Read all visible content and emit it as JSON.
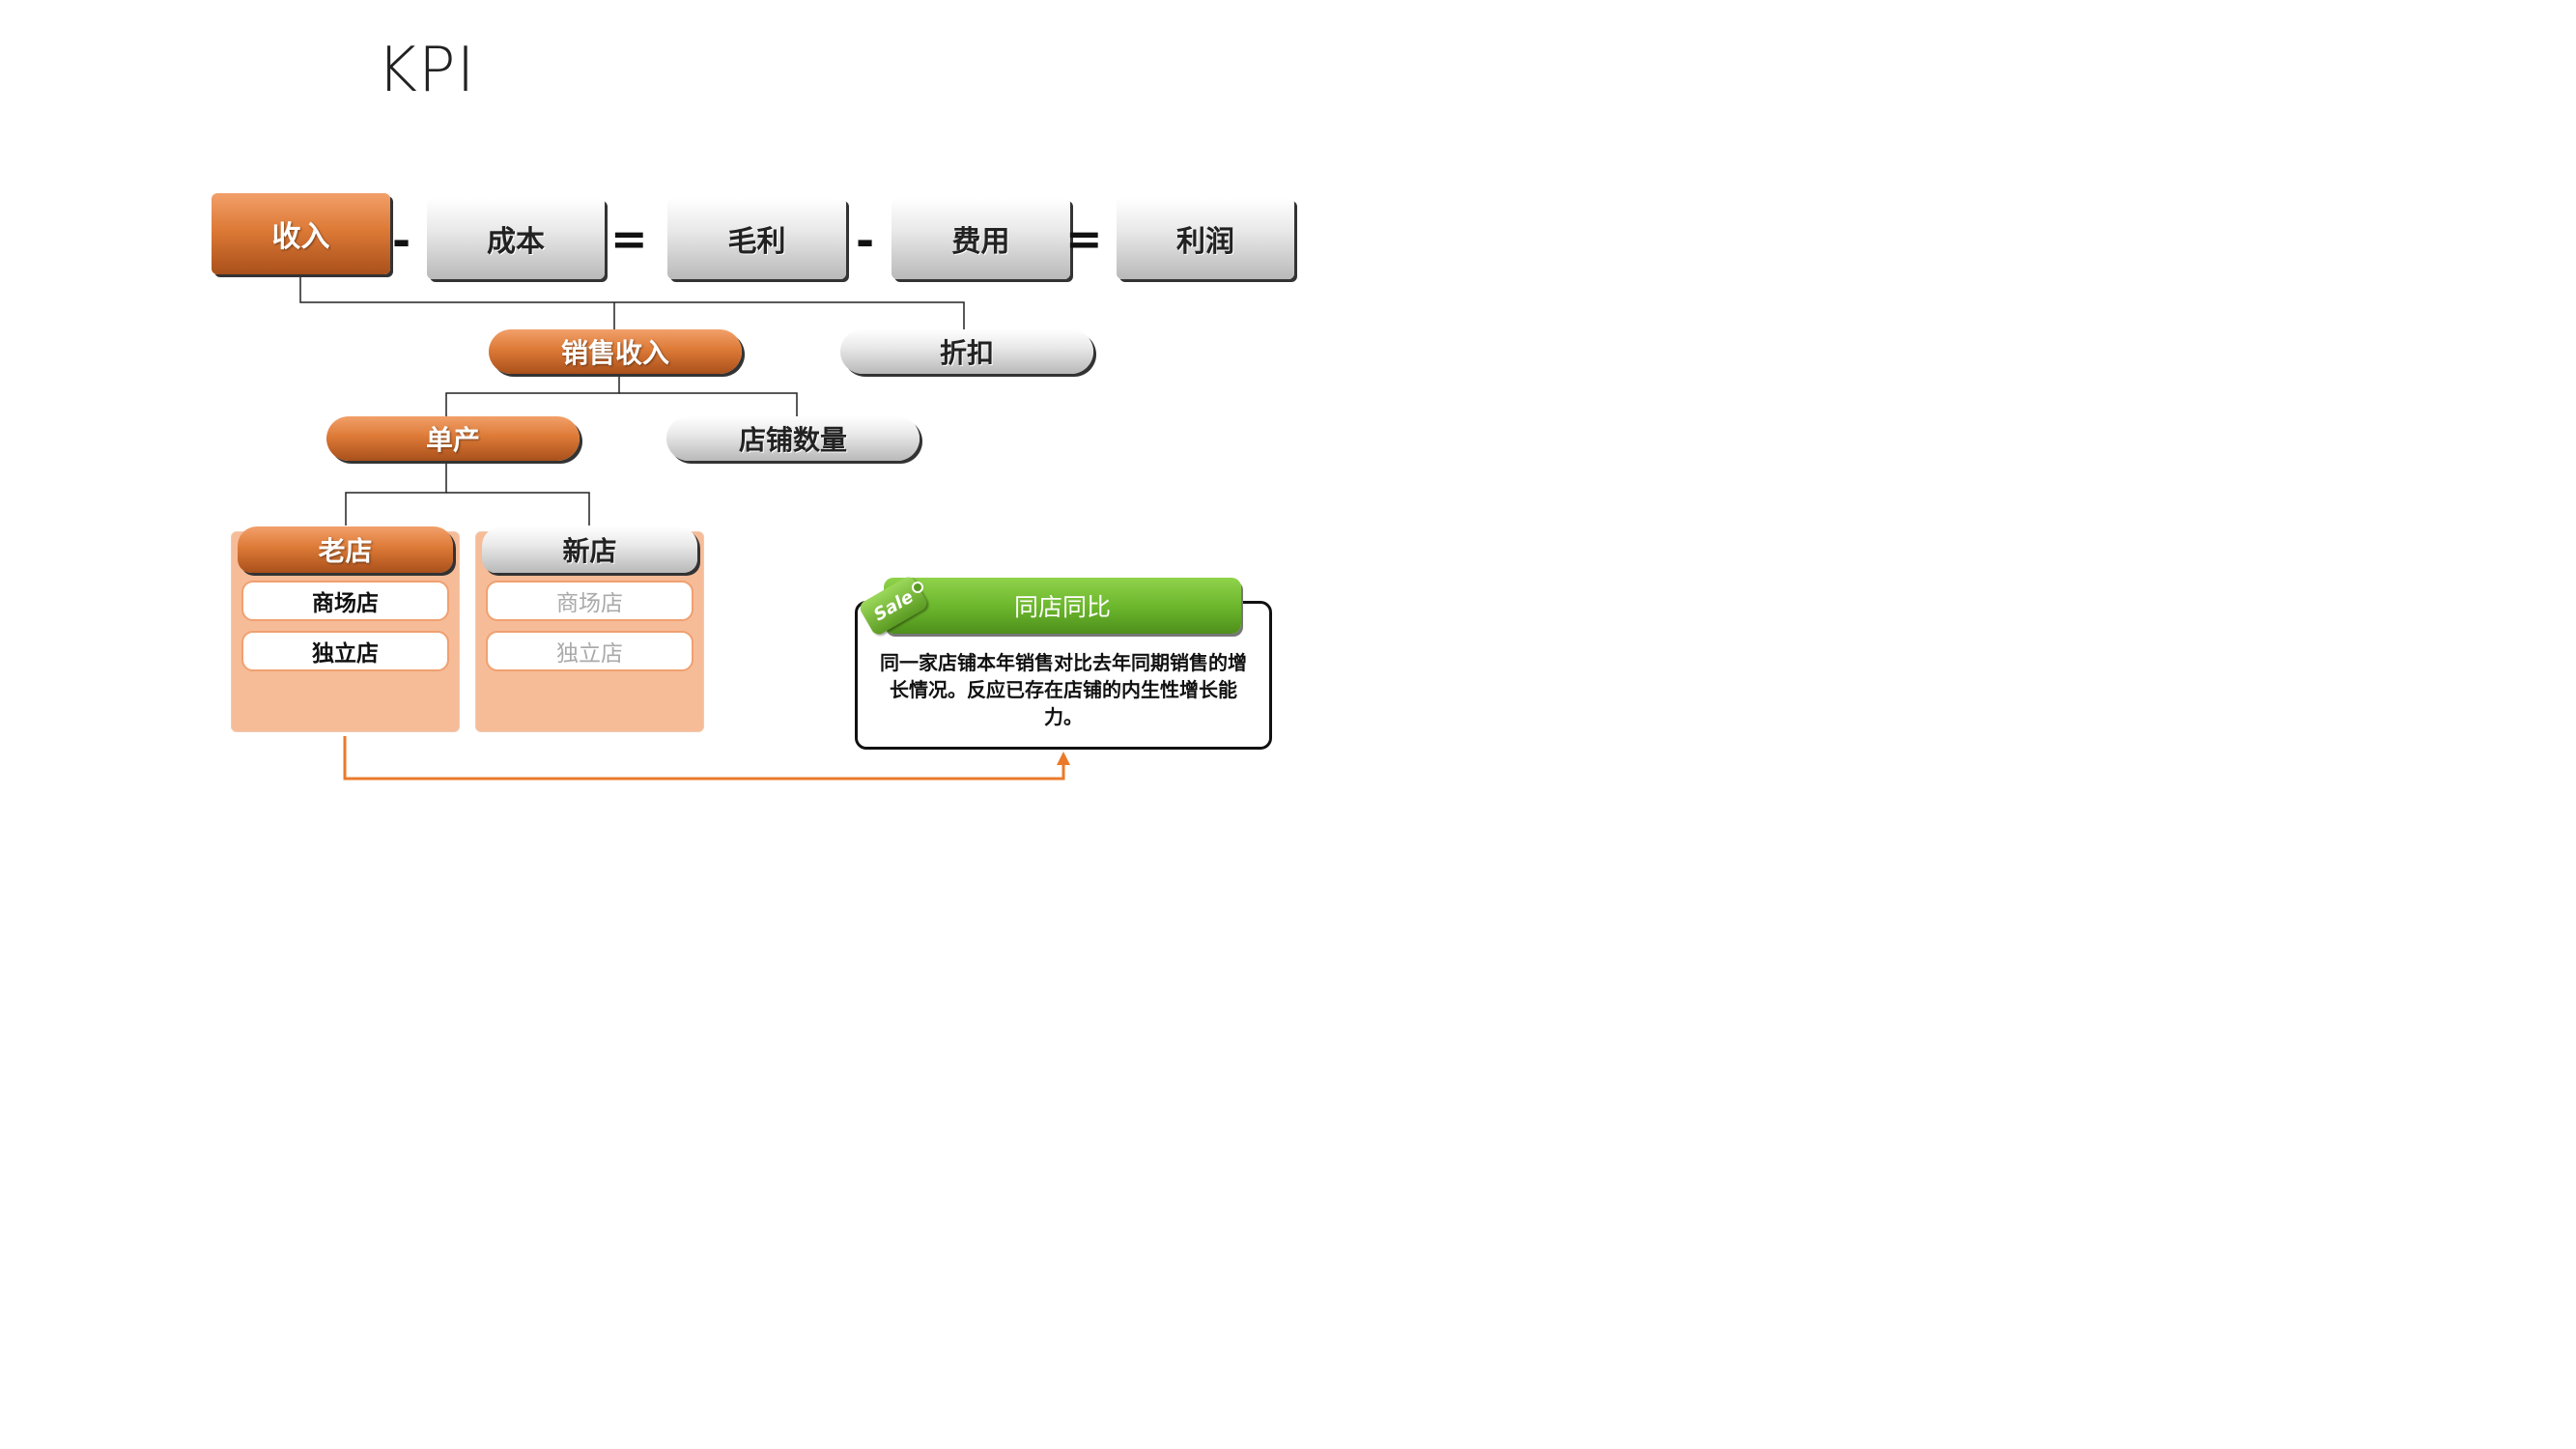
{
  "title": "KPI",
  "formula": {
    "items": [
      "收入",
      "成本",
      "毛利",
      "费用",
      "利润"
    ],
    "operators": [
      "-",
      "=",
      "-",
      "="
    ]
  },
  "tree": {
    "sales_revenue": "销售收入",
    "discount": "折扣",
    "per_store_output": "单产",
    "store_count": "店铺数量",
    "old_store": {
      "label": "老店",
      "items": [
        "商场店",
        "独立店"
      ]
    },
    "new_store": {
      "label": "新店",
      "items": [
        "商场店",
        "独立店"
      ]
    }
  },
  "note": {
    "tag": "Sale",
    "heading": "同店同比",
    "body": "同一家店铺本年销售对比去年同期销售的增长情况。反应已存在店铺的内生性增长能力。"
  },
  "colors": {
    "accent_orange": "#dd7a37",
    "gray": "#d9d9d9",
    "green": "#6ab52b",
    "panel": "#f6bc98",
    "arrow": "#ea7a2a"
  }
}
